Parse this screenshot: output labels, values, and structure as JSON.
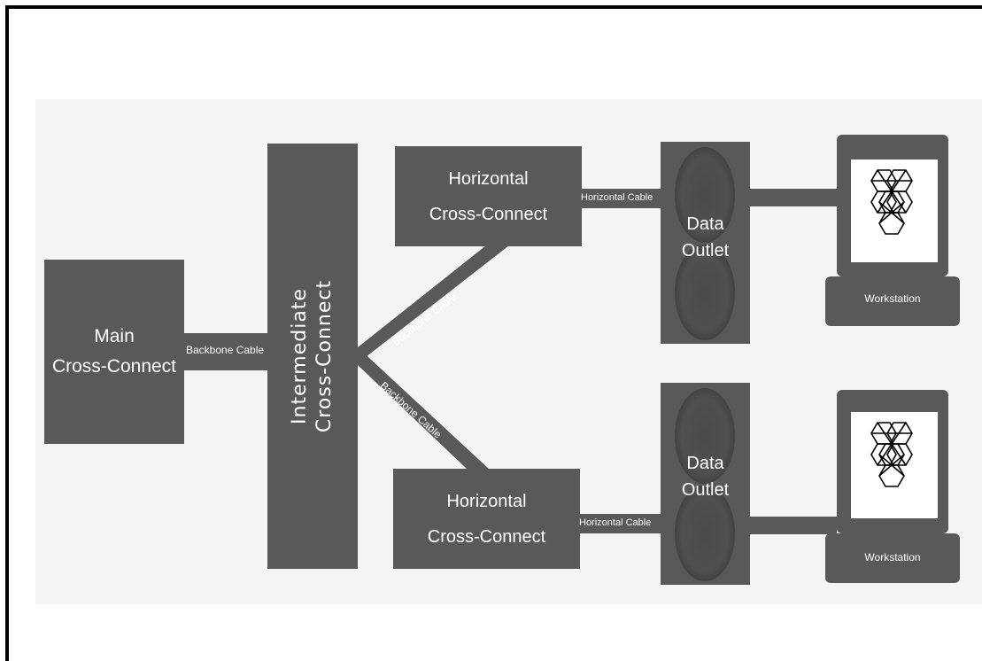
{
  "main_cross_connect": {
    "line1": "Main",
    "line2": "Cross-Connect"
  },
  "intermediate_cross_connect": {
    "line1": "Intermediate",
    "line2": "Cross-Connect"
  },
  "horizontal_cross_connect_top": {
    "line1": "Horizontal",
    "line2": "Cross-Connect"
  },
  "horizontal_cross_connect_bottom": {
    "line1": "Horizontal",
    "line2": "Cross-Connect"
  },
  "cables": {
    "main_to_intermediate": "Backbone Cable",
    "intermediate_to_top": "Backbone Cable",
    "intermediate_to_bottom": "Backbone Cable",
    "horizontal_top": "Horizontal Cable",
    "horizontal_bottom": "Horizontal  Cable"
  },
  "data_outlet_top": {
    "line1": "Data",
    "line2": "Outlet"
  },
  "data_outlet_bottom": {
    "line1": "Data",
    "line2": "Outlet"
  },
  "workstation_top": {
    "label": "Workstation"
  },
  "workstation_bottom": {
    "label": "Workstation"
  },
  "colors": {
    "box": "#595959",
    "panel": "#f4f4f4",
    "text": "#ffffff"
  }
}
